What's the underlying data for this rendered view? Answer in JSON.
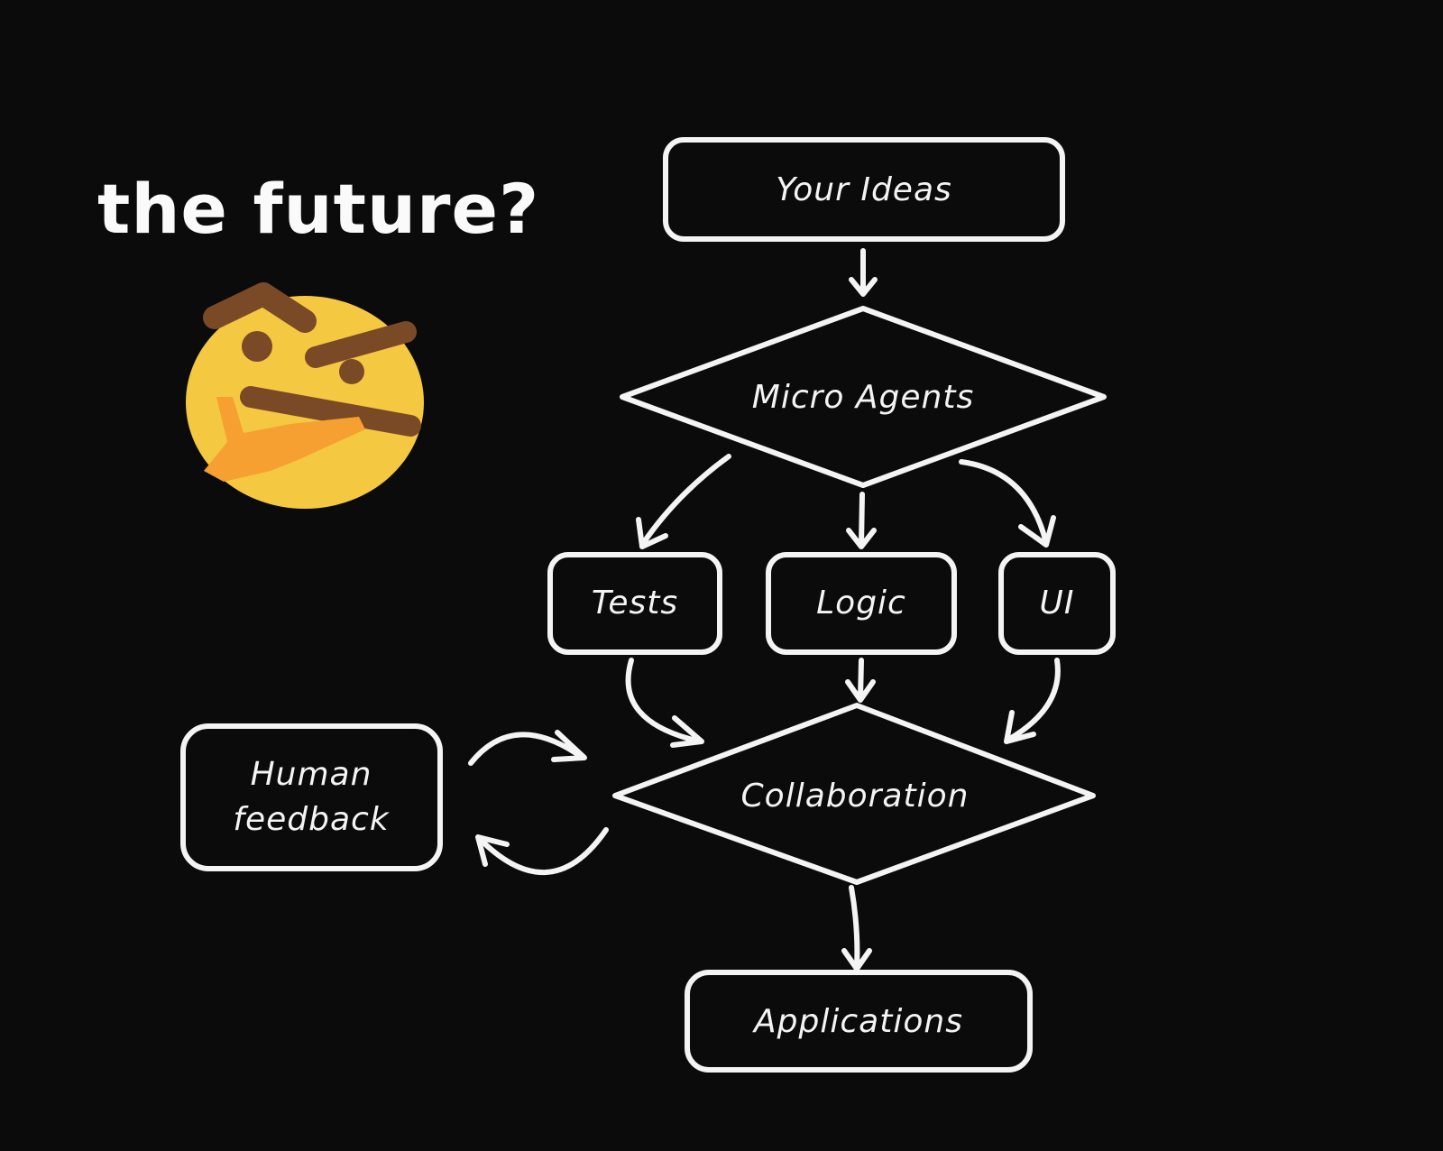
{
  "headline": "the future?",
  "emoji": "thinking-face-icon",
  "nodes": {
    "ideas": "Your Ideas",
    "agents": "Micro Agents",
    "tests": "Tests",
    "logic": "Logic",
    "ui": "UI",
    "human": [
      "Human",
      "feedback"
    ],
    "collab": "Collaboration",
    "apps": "Applications"
  },
  "colors": {
    "background": "#0b0b0b",
    "stroke": "#f4f4f4",
    "emoji_face": "#f5c842",
    "emoji_brow": "#7a4a26",
    "emoji_hand": "#f5a030"
  }
}
